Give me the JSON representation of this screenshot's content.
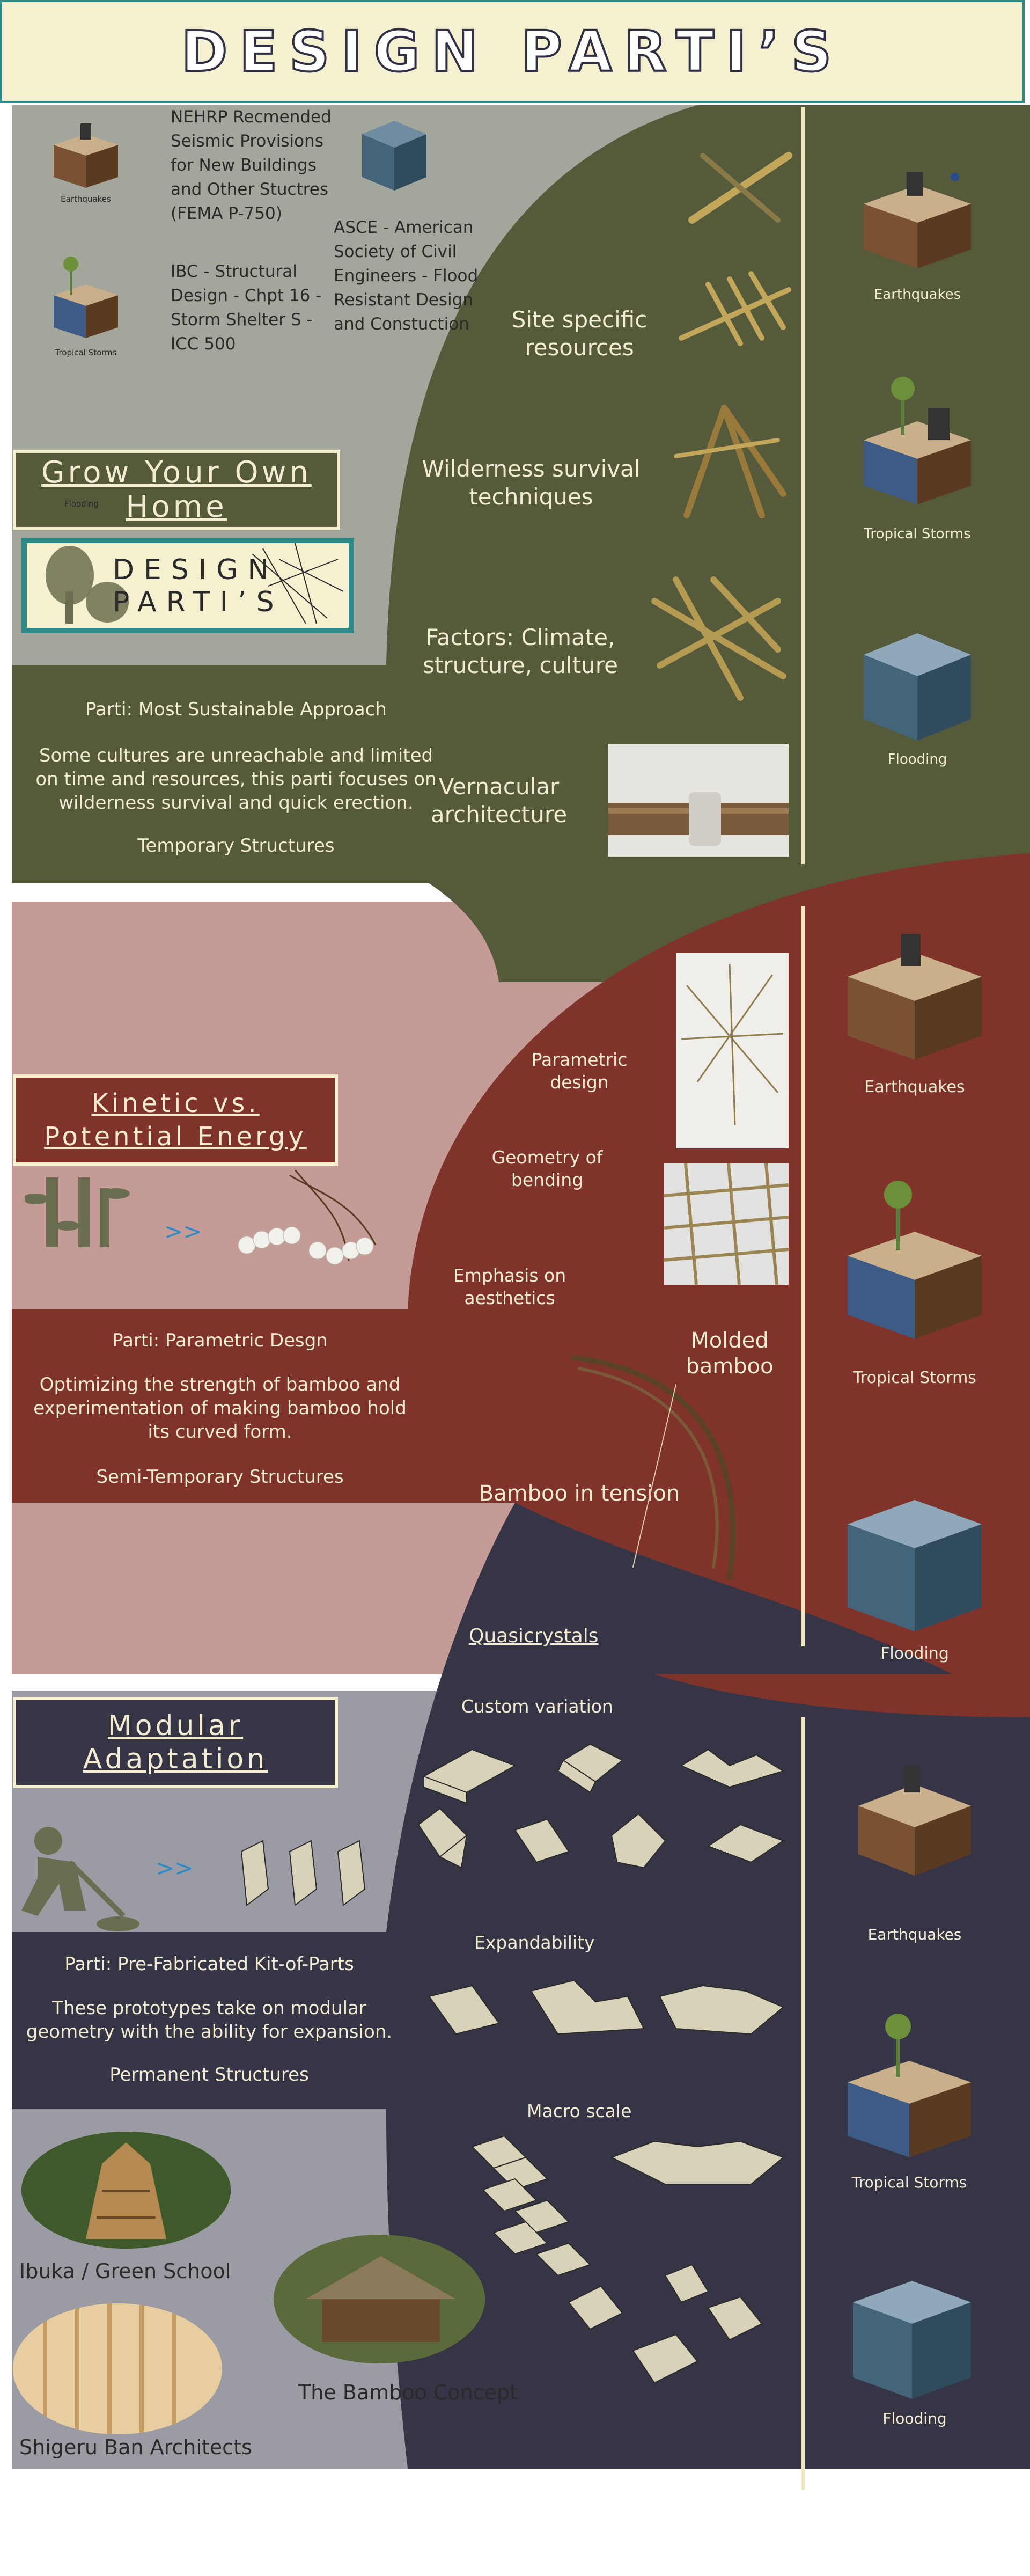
{
  "title": "DESIGN  PARTI’S",
  "colors": {
    "olive": "#545a3a",
    "sage": "#a3a69a",
    "rust": "#80332b",
    "rose": "#c49b96",
    "navy": "#363546",
    "slate": "#9b9ca3",
    "cream": "#f5f0cf",
    "teal": "#2e8a87"
  },
  "section1": {
    "codes": {
      "fema": "NEHRP Recmended Seismic Provisions for New Buildings and Other Stuctres (FEMA P-750)",
      "icc": "IBC - Structural Design - Chpt 16 - Storm Shelter S - ICC 500",
      "asce": "ASCE - American Society of Civil Engineers - Flood Resistant Design and Constuction"
    },
    "icon_labels": {
      "earthquakes": "Earthquakes",
      "tropical": "Tropical Storms",
      "flooding": "Flooding"
    },
    "heading": "Grow Your Own Home",
    "heading_line1": "Grow Your Own",
    "heading_line2": "Home",
    "logo_text_line1": "DESIGN",
    "logo_text_line2": "PARTI’S",
    "parti": "Parti: Most Sustainable Approach",
    "description": "Some cultures are unreachable and limited on time and resources, this parti focuses on wilderness survival and quick erection.",
    "structure_type": "Temporary Structures",
    "features": [
      "Site specific resources",
      "Wilderness survival techniques",
      "Factors: Climate, structure, culture",
      "Vernacular architecture"
    ],
    "right_labels": [
      "Earthquakes",
      "Tropical Storms",
      "Flooding"
    ]
  },
  "section2": {
    "heading_line1": "Kinetic vs.",
    "heading_line2": "Potential Energy",
    "arrow": ">>",
    "parti": "Parti:  Parametric Desgn",
    "description": "Optimizing the strength of bamboo and experimentation of making bamboo hold its curved form.",
    "structure_type": "Semi-Temporary Structures",
    "features": [
      "Parametric design",
      "Geometry of bending",
      "Emphasis on aesthetics",
      "Molded bamboo",
      "Bamboo in tension"
    ],
    "right_labels": [
      "Earthquakes",
      "Tropical Storms",
      "Flooding"
    ]
  },
  "section3": {
    "heading_line1": "Modular",
    "heading_line2": "Adaptation",
    "arrow": ">>",
    "parti": "Parti: Pre-Fabricated Kit-of-Parts",
    "description": "These prototypes take on modular geometry with the ability for expansion.",
    "structure_type": "Permanent Structures",
    "features": [
      "Quasicrystals",
      "Custom variation",
      "Expandability",
      "Macro scale"
    ],
    "precedents": [
      "Ibuka / Green School",
      "The Bamboo Concept",
      "Shigeru Ban Architects"
    ],
    "right_labels": [
      "Earthquakes",
      "Tropical Storms",
      "Flooding"
    ]
  }
}
